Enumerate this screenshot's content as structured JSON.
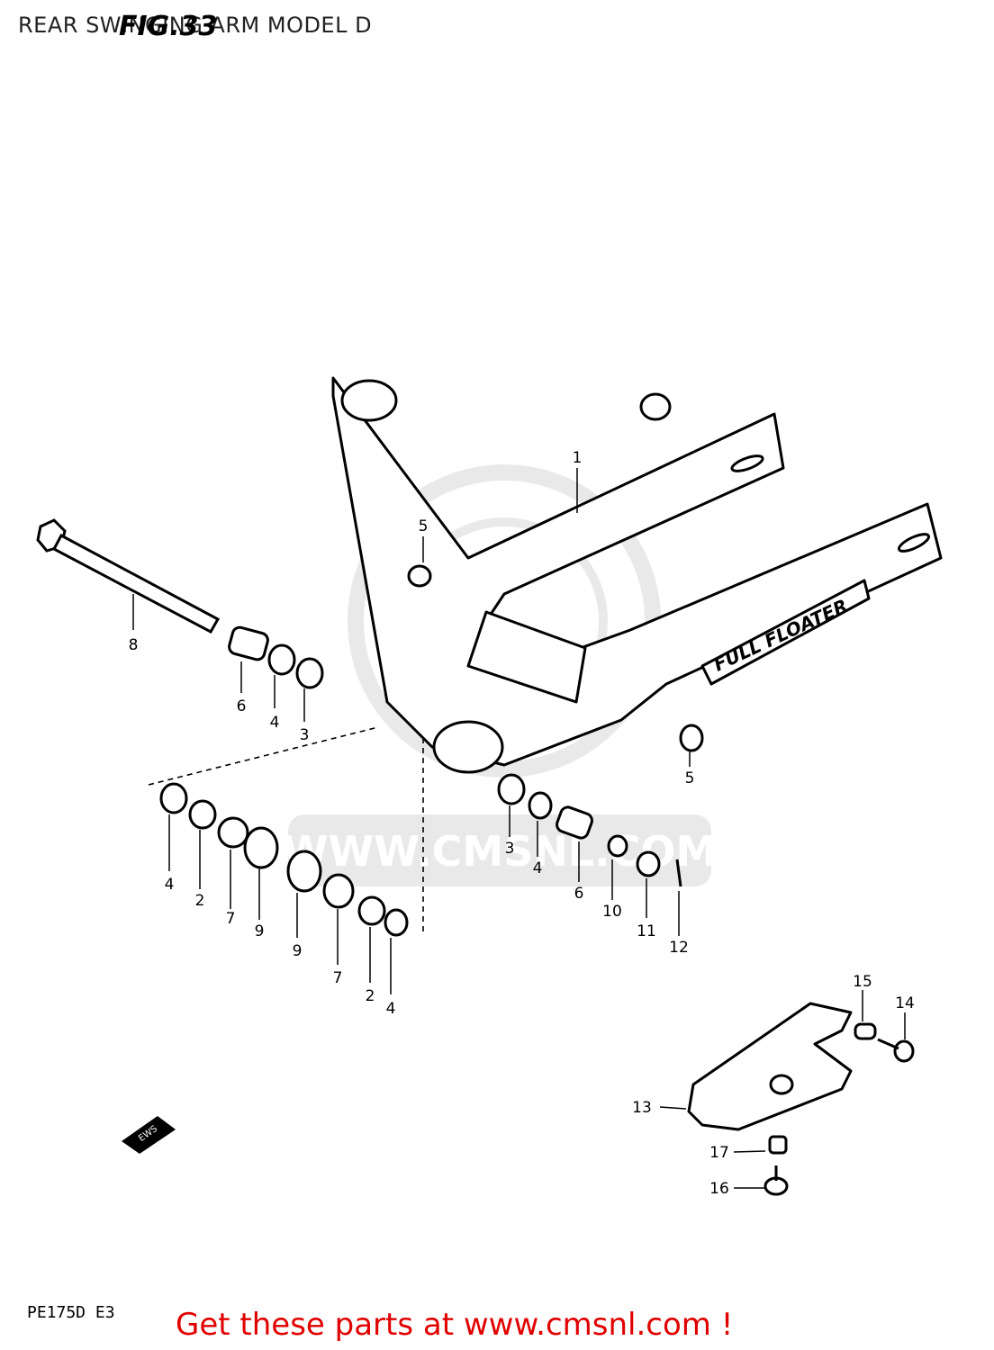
{
  "header": {
    "title": "REAR SWINGING ARM MODEL D",
    "fig": "FIG.33"
  },
  "diagram": {
    "logo_text": "FULL FLOATER",
    "watermark": "WWW.CMSNL.COM",
    "arrow_text": "EWS",
    "callouts": [
      {
        "id": "c1",
        "n": "1"
      },
      {
        "id": "c5a",
        "n": "5"
      },
      {
        "id": "c8",
        "n": "8"
      },
      {
        "id": "c6a",
        "n": "6"
      },
      {
        "id": "c4a",
        "n": "4"
      },
      {
        "id": "c3a",
        "n": "3"
      },
      {
        "id": "c5b",
        "n": "5"
      },
      {
        "id": "c4b",
        "n": "4"
      },
      {
        "id": "c2a",
        "n": "2"
      },
      {
        "id": "c7a",
        "n": "7"
      },
      {
        "id": "c9a",
        "n": "9"
      },
      {
        "id": "c9b",
        "n": "9"
      },
      {
        "id": "c7b",
        "n": "7"
      },
      {
        "id": "c2b",
        "n": "2"
      },
      {
        "id": "c4c",
        "n": "4"
      },
      {
        "id": "c3b",
        "n": "3"
      },
      {
        "id": "c4d",
        "n": "4"
      },
      {
        "id": "c6b",
        "n": "6"
      },
      {
        "id": "c10",
        "n": "10"
      },
      {
        "id": "c11",
        "n": "11"
      },
      {
        "id": "c12",
        "n": "12"
      },
      {
        "id": "c15",
        "n": "15"
      },
      {
        "id": "c14",
        "n": "14"
      },
      {
        "id": "c13",
        "n": "13"
      },
      {
        "id": "c17",
        "n": "17"
      },
      {
        "id": "c16",
        "n": "16"
      }
    ]
  },
  "footer": {
    "model_code": "PE175D E3",
    "cta": "Get these parts at www.cmsnl.com !"
  }
}
